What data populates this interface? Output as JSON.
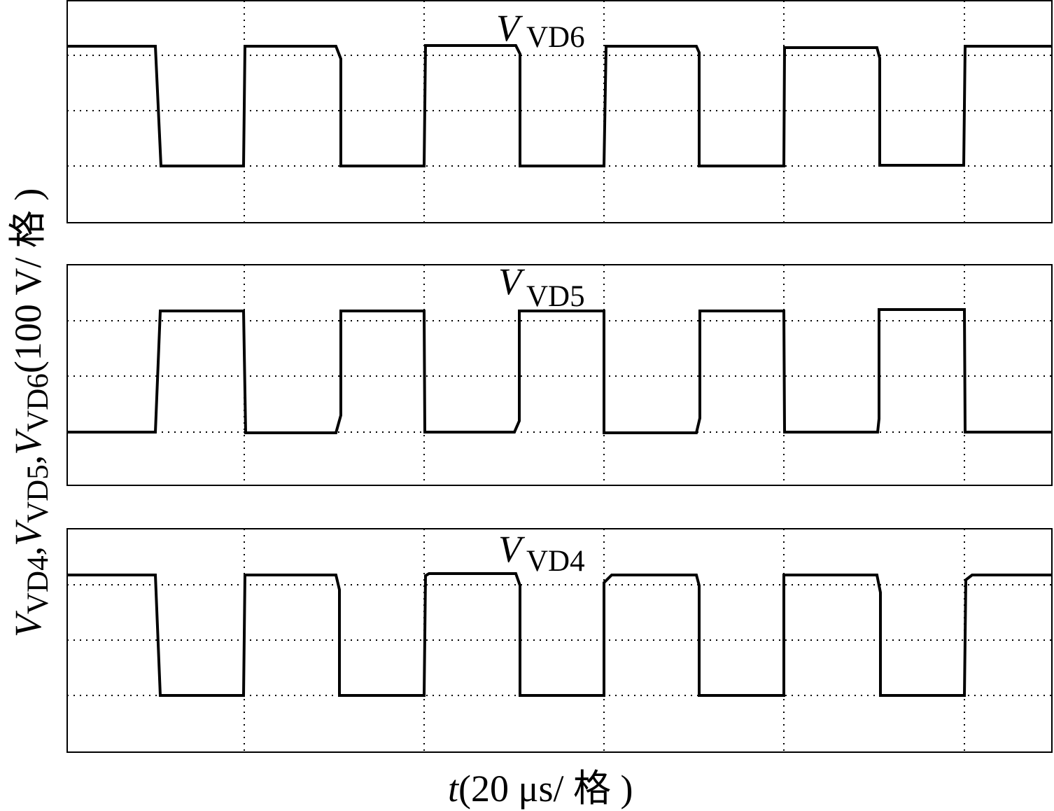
{
  "chart_data": {
    "type": "line",
    "xlabel_var": "t",
    "xlabel_unit": "(20 μs/ 格 )",
    "ylabel_parts": {
      "v": "V",
      "vd4": "VD4",
      "sep": ",",
      "vd5": "VD5",
      "vd6": "VD6",
      "unit": "(100 V/ 格 )"
    },
    "x_divisions": 5.5,
    "grid": true,
    "series": [
      {
        "name": "VVD6",
        "label_main": "V",
        "label_sub": "VD6",
        "high_v": 300,
        "low_v": 100,
        "points": [
          [
            0,
            1
          ],
          [
            0.49,
            1
          ],
          [
            0.52,
            0
          ],
          [
            1.0,
            0
          ],
          [
            1.01,
            1
          ],
          [
            1.5,
            1
          ],
          [
            1.53,
            0.93
          ],
          [
            1.53,
            0
          ],
          [
            2.0,
            0
          ],
          [
            2.01,
            1
          ],
          [
            2.5,
            1
          ],
          [
            2.54,
            0.93
          ],
          [
            2.54,
            0
          ],
          [
            3.0,
            0
          ],
          [
            3.01,
            1
          ],
          [
            3.5,
            1
          ],
          [
            3.53,
            0.93
          ],
          [
            3.53,
            0
          ],
          [
            4.0,
            0
          ],
          [
            4.01,
            1
          ],
          [
            4.5,
            1
          ],
          [
            4.53,
            0.93
          ],
          [
            4.53,
            0
          ],
          [
            5.0,
            0
          ],
          [
            5.01,
            1
          ],
          [
            5.5,
            1
          ]
        ]
      },
      {
        "name": "VVD5",
        "label_main": "V",
        "label_sub": "VD5",
        "high_v": 300,
        "low_v": 100,
        "points": [
          [
            0,
            0
          ],
          [
            0.49,
            0
          ],
          [
            0.52,
            1
          ],
          [
            1.0,
            1
          ],
          [
            1.01,
            0
          ],
          [
            1.5,
            0
          ],
          [
            1.53,
            0.07
          ],
          [
            1.53,
            1
          ],
          [
            2.0,
            1
          ],
          [
            2.01,
            0
          ],
          [
            2.5,
            0
          ],
          [
            2.54,
            0.07
          ],
          [
            2.54,
            1
          ],
          [
            3.0,
            1
          ],
          [
            3.01,
            0
          ],
          [
            3.5,
            0
          ],
          [
            3.53,
            0.07
          ],
          [
            3.53,
            1
          ],
          [
            4.0,
            1
          ],
          [
            4.01,
            0
          ],
          [
            4.5,
            0
          ],
          [
            4.53,
            0.07
          ],
          [
            4.53,
            1
          ],
          [
            5.0,
            1
          ],
          [
            5.01,
            0
          ],
          [
            5.5,
            0
          ]
        ]
      },
      {
        "name": "VVD4",
        "label_main": "V",
        "label_sub": "VD4",
        "high_v": 300,
        "low_v": 100,
        "points": [
          [
            0,
            1
          ],
          [
            0.49,
            1
          ],
          [
            0.52,
            0
          ],
          [
            1.0,
            0
          ],
          [
            1.01,
            1
          ],
          [
            1.5,
            1
          ],
          [
            1.53,
            0.93
          ],
          [
            1.53,
            0
          ],
          [
            2.0,
            0
          ],
          [
            2.01,
            1
          ],
          [
            2.5,
            1
          ],
          [
            2.54,
            0.93
          ],
          [
            2.54,
            0
          ],
          [
            3.0,
            0
          ],
          [
            3.01,
            1
          ],
          [
            3.5,
            1
          ],
          [
            3.53,
            0.93
          ],
          [
            3.53,
            0
          ],
          [
            4.0,
            0
          ],
          [
            4.01,
            1
          ],
          [
            4.5,
            1
          ],
          [
            4.53,
            0.93
          ],
          [
            4.53,
            0
          ],
          [
            5.0,
            0
          ],
          [
            5.01,
            1
          ],
          [
            5.5,
            1
          ]
        ]
      }
    ]
  }
}
